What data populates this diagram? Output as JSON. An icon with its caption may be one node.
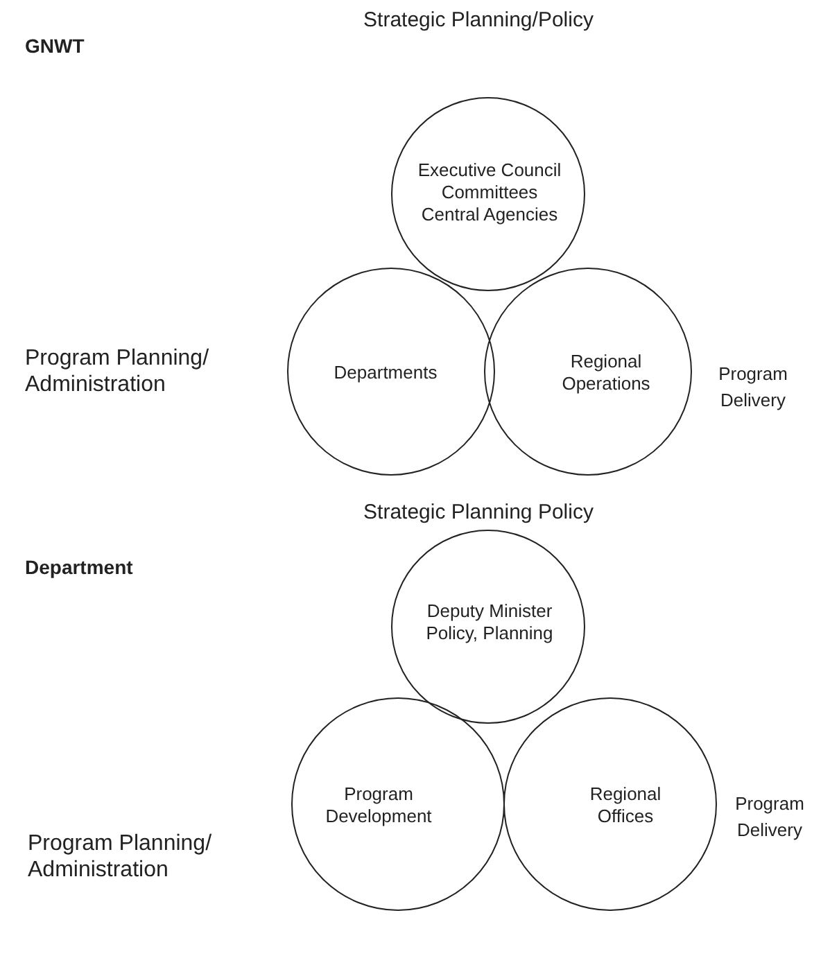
{
  "diagram": {
    "nodes": [
      {
        "text": [
          "Executive Council Committees Central Agencies"
        ]
      },
      {
        "text": [
          "Departments"
        ]
      },
      {
        "text": [
          "Regional Operations"
        ]
      },
      {
        "text": [
          "Deputy Minister Policy, Planning"
        ]
      },
      {
        "text": [
          "Program Development"
        ]
      },
      {
        "text": [
          "Regional Offices"
        ]
      }
    ],
    "labels": [
      "GNWT",
      "Strategic Planning/Policy",
      "Program Planning/ Administration",
      "Program Delivery",
      "Department",
      "Strategic Planning Policy",
      "Program Planning/ Administration",
      "Program Delivery"
    ]
  }
}
